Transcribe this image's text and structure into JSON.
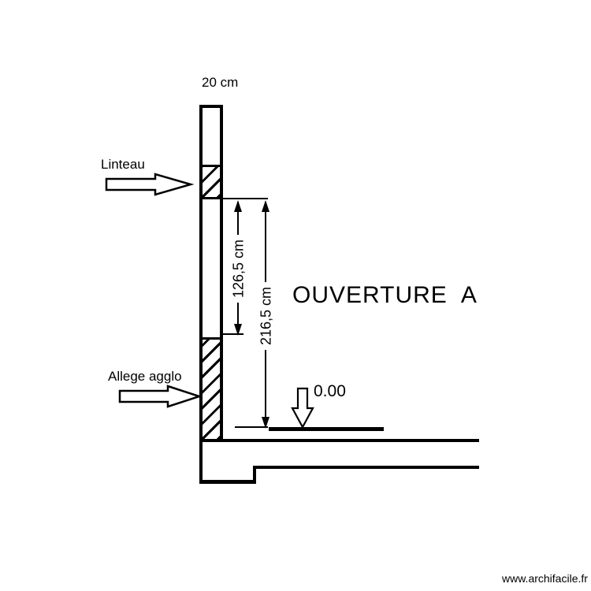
{
  "page": {
    "background": "#ffffff",
    "line_color": "#000000",
    "watermark": "www.archifacile.fr"
  },
  "drawing": {
    "title": "OUVERTURE  A",
    "wall_width_label": "20 cm",
    "linteau_label": "Linteau",
    "allege_label": "Allege agglo",
    "level_value": "0.00",
    "dim_opening_height": "126,5 cm",
    "dim_total_height": "216,5 cm"
  }
}
